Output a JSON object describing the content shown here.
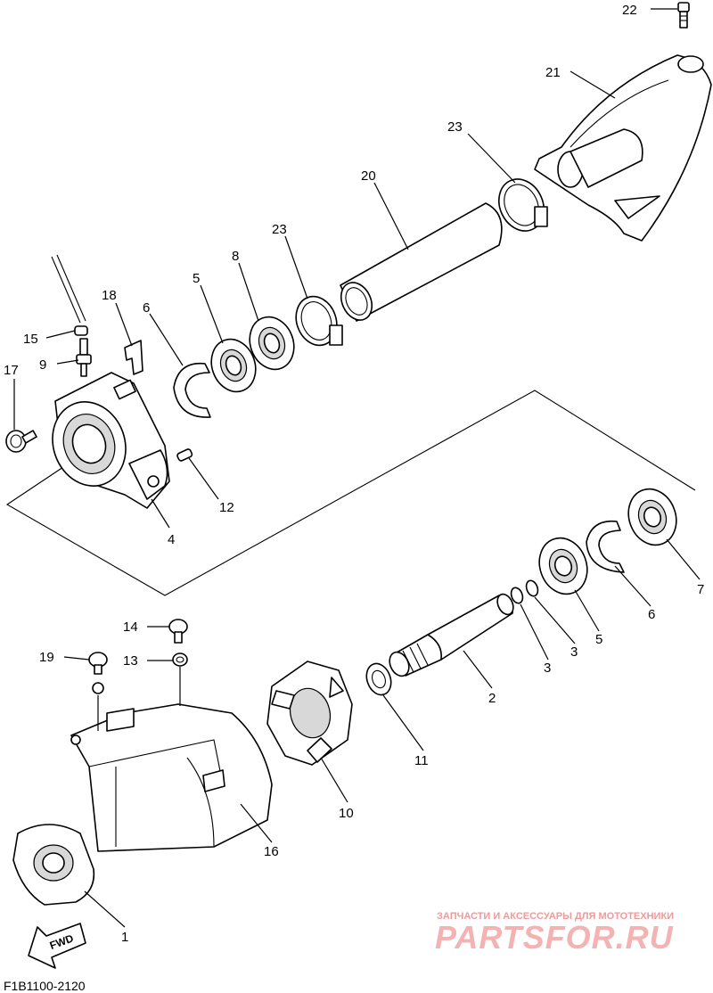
{
  "diagram": {
    "code": "F1B1100-2120",
    "fwd_label": "FWD",
    "callouts": {
      "p1": "1",
      "p2": "2",
      "p3a": "3",
      "p3b": "3",
      "p4": "4",
      "p5a": "5",
      "p5b": "5",
      "p6a": "6",
      "p6b": "6",
      "p7": "7",
      "p8": "8",
      "p9": "9",
      "p10": "10",
      "p11": "11",
      "p12": "12",
      "p13": "13",
      "p14": "14",
      "p15": "15",
      "p16": "16",
      "p17": "17",
      "p18": "18",
      "p19": "19",
      "p20": "20",
      "p21": "21",
      "p22": "22",
      "p23a": "23",
      "p23b": "23"
    }
  },
  "watermark": {
    "tagline": "ЗАПЧАСТИ И АКСЕССУАРЫ ДЛЯ МОТОТЕХНИКИ",
    "brand": "PARTSFOR.RU",
    "color": "#f4b3b3"
  }
}
